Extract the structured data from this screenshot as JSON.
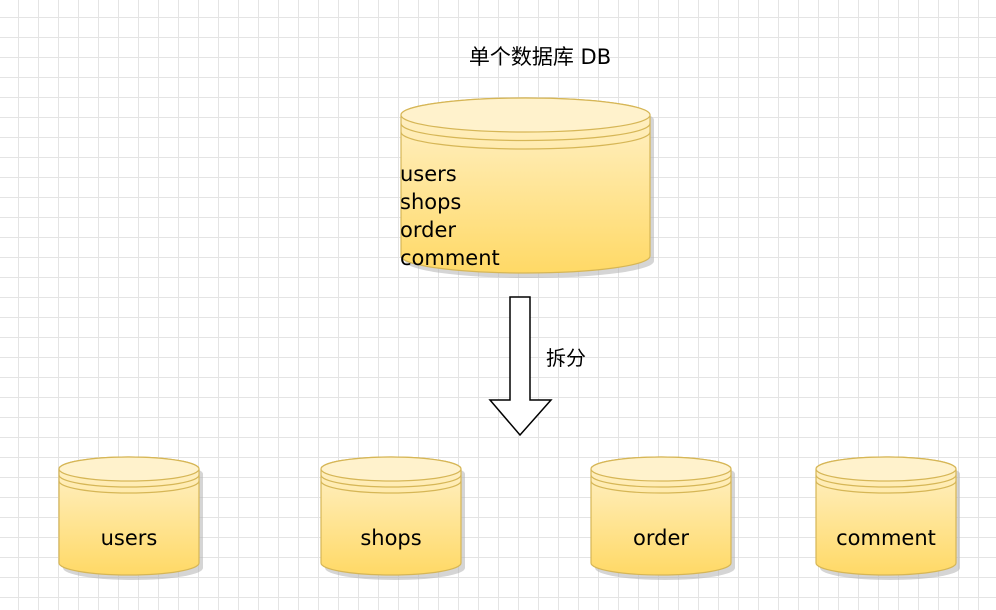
{
  "title": "单个数据库 DB",
  "main_db": {
    "tables": [
      "users",
      "shops",
      "order",
      "comment"
    ]
  },
  "arrow_label": "拆分",
  "split_dbs": [
    {
      "label": "users"
    },
    {
      "label": "shops"
    },
    {
      "label": "order"
    },
    {
      "label": "comment"
    }
  ],
  "colors": {
    "cylinder_top": "#fff2cc",
    "cylinder_bottom": "#ffd966",
    "cylinder_stroke": "#d6b656",
    "shadow": "#b3b3b3",
    "arrow_stroke": "#000000",
    "arrow_fill": "#ffffff",
    "grid": "#e4e4e4"
  }
}
